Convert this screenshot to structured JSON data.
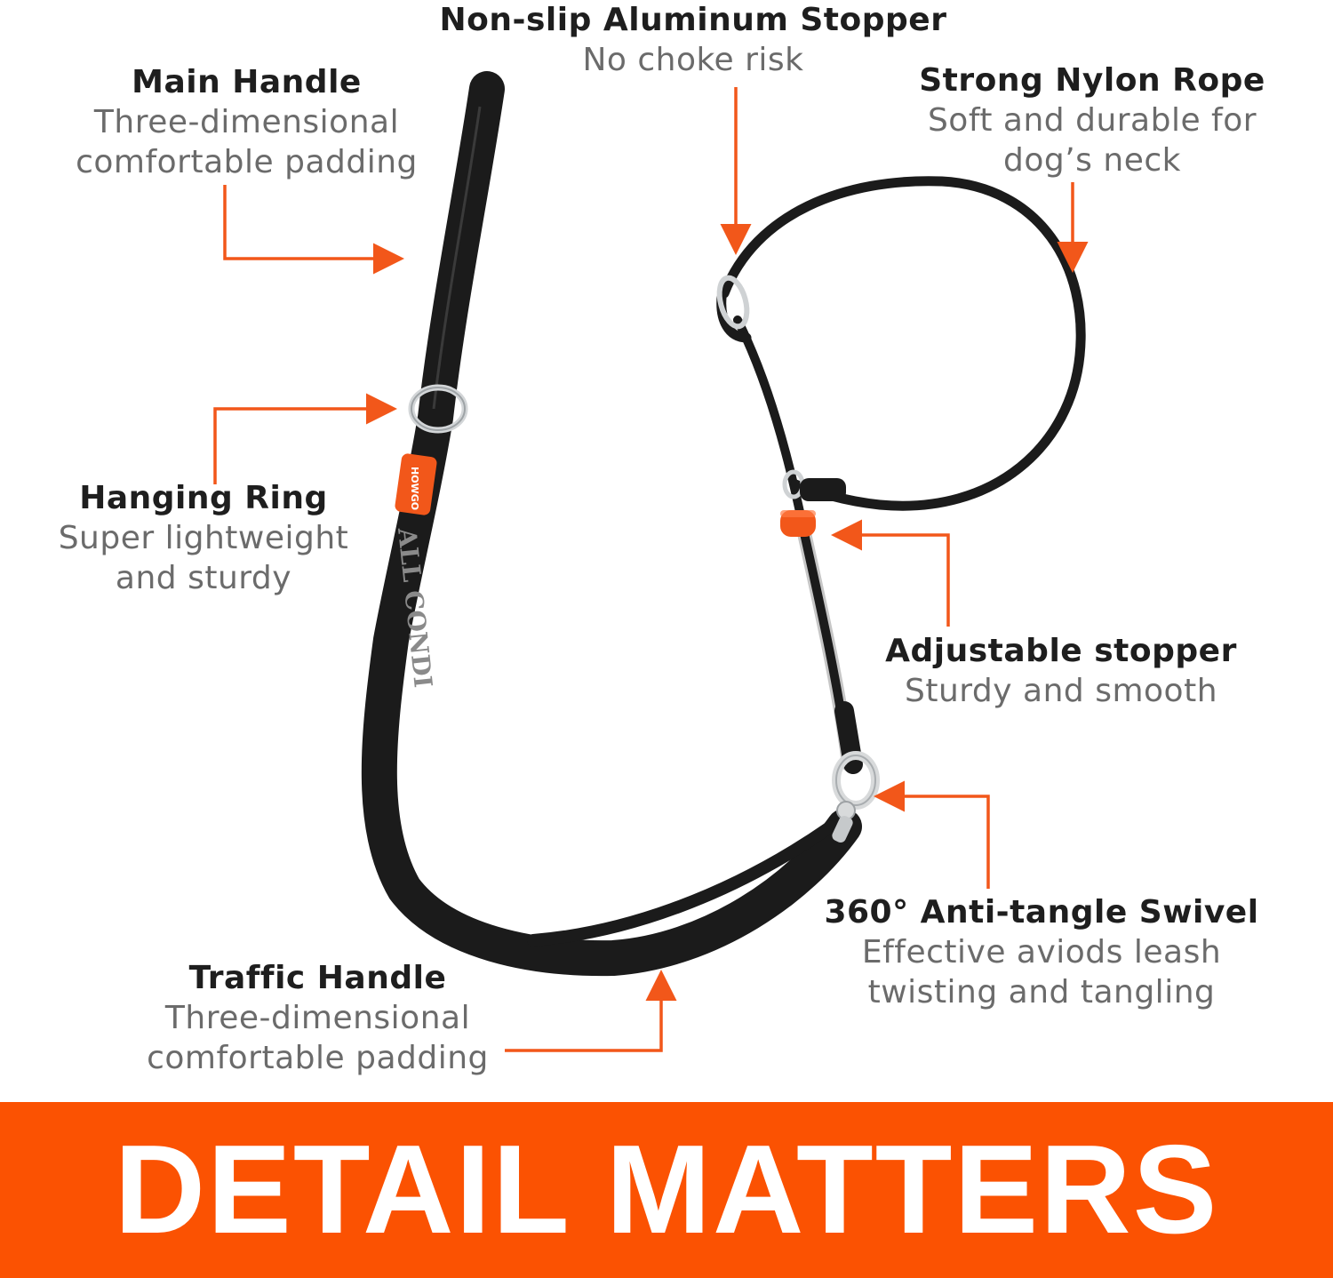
{
  "colors": {
    "accent": "#f2571a",
    "banner_background": "#fb5202",
    "leash": "#1b1b1b",
    "title_text": "#1e1e1e",
    "description_text": "#6b6b6b",
    "metal": "#cfd2d4"
  },
  "callouts": {
    "aluminum_stopper": {
      "title": "Non-slip Aluminum Stopper",
      "desc_lines": [
        "No choke risk"
      ]
    },
    "main_handle": {
      "title": "Main Handle",
      "desc_lines": [
        "Three-dimensional",
        "comfortable padding"
      ]
    },
    "nylon_rope": {
      "title": "Strong Nylon Rope",
      "desc_lines": [
        "Soft and durable for",
        "dog’s neck"
      ]
    },
    "hanging_ring": {
      "title": "Hanging Ring",
      "desc_lines": [
        "Super lightweight",
        "and sturdy"
      ]
    },
    "adjustable_stopper": {
      "title": "Adjustable stopper",
      "desc_lines": [
        "Sturdy and smooth"
      ]
    },
    "swivel": {
      "title": "360° Anti-tangle Swivel",
      "desc_lines": [
        "Effective aviods leash",
        "twisting and tangling"
      ]
    },
    "traffic_handle": {
      "title": "Traffic Handle",
      "desc_lines": [
        "Three-dimensional",
        "comfortable padding"
      ]
    }
  },
  "leash_print": "ALL CONDI",
  "brand_tag": "HOWGO",
  "banner": {
    "text": "DETAIL MATTERS"
  }
}
